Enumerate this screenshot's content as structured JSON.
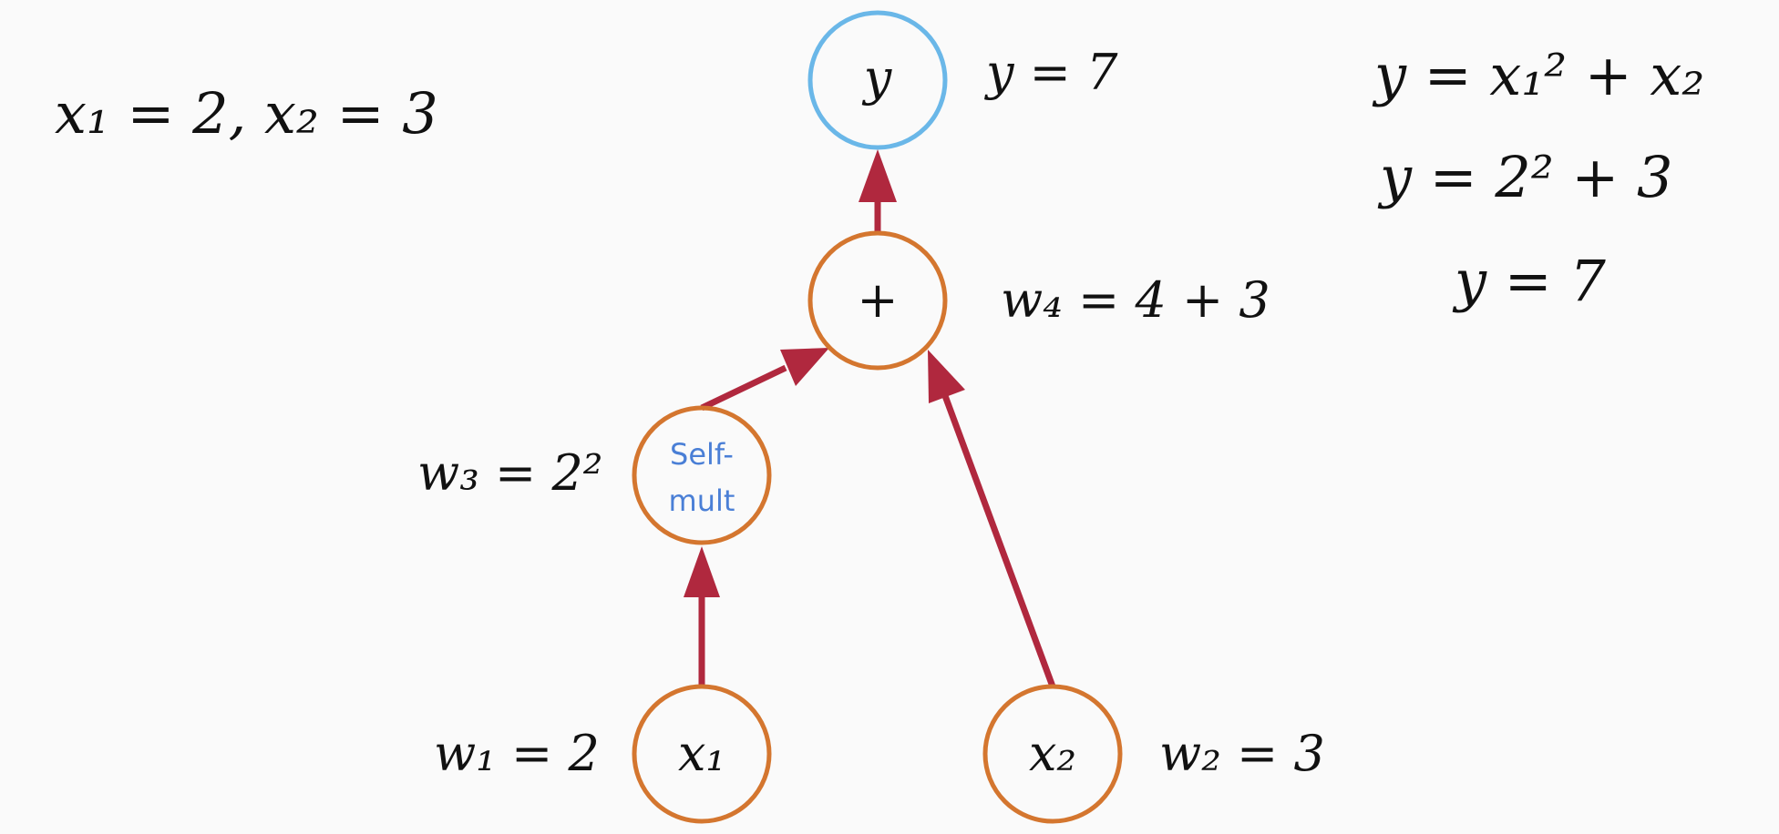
{
  "inputs_line": "x₁ = 2, x₂ = 3",
  "nodes": {
    "y": "y",
    "plus": "+",
    "selfmult_line1": "Self-",
    "selfmult_line2": "mult",
    "x1": "x₁",
    "x2": "x₂"
  },
  "labels": {
    "y_value": "y = 7",
    "w4": "w₄ = 4 + 3",
    "w3": "w₃ = 2²",
    "w1": "w₁ = 2",
    "w2": "w₂ = 3"
  },
  "equations": {
    "line1": "y = x₁² + x₂",
    "line2": "y = 2² + 3",
    "line3": "y = 7"
  },
  "colors": {
    "node_stroke": "#d4762f",
    "output_stroke": "#6ab7e8",
    "edge": "#b0283e",
    "selfmult_text": "#4a7fd6"
  }
}
